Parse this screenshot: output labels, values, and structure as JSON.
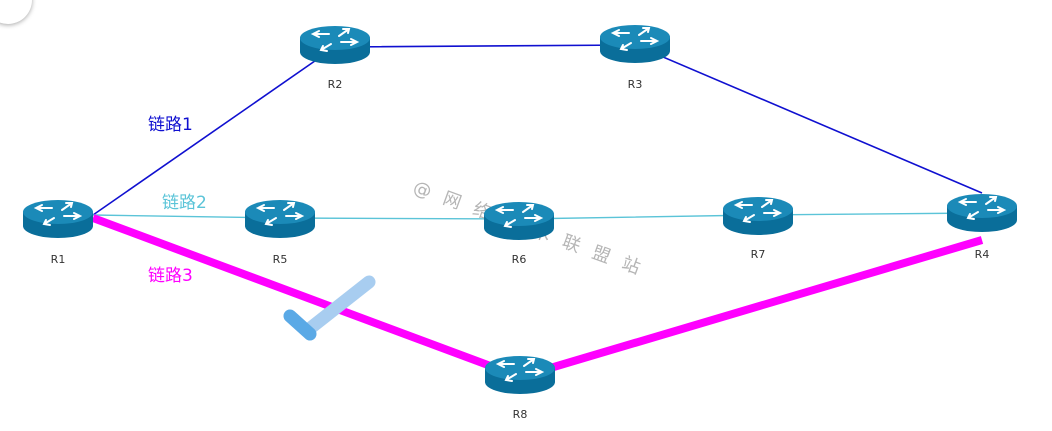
{
  "colors": {
    "link1": "#1010d0",
    "link2": "#5bc4d8",
    "link3": "#ff00ff",
    "router_body": "#0a6e9a",
    "router_top": "#1b8ab8",
    "router_arrow": "#ffffff",
    "check_light": "#a8cdf0",
    "check_dark": "#5aa9e6",
    "watermark": "#b5b5b5"
  },
  "routers": {
    "r1": "R1",
    "r2": "R2",
    "r3": "R3",
    "r4": "R4",
    "r5": "R5",
    "r6": "R6",
    "r7": "R7",
    "r8": "R8"
  },
  "links": {
    "link1": "链路1",
    "link2": "链路2",
    "link3": "链路3"
  },
  "watermark": "@ 网 络 技 术 联 盟 站",
  "icons": {
    "router": "router-icon",
    "check": "checkmark-icon"
  }
}
